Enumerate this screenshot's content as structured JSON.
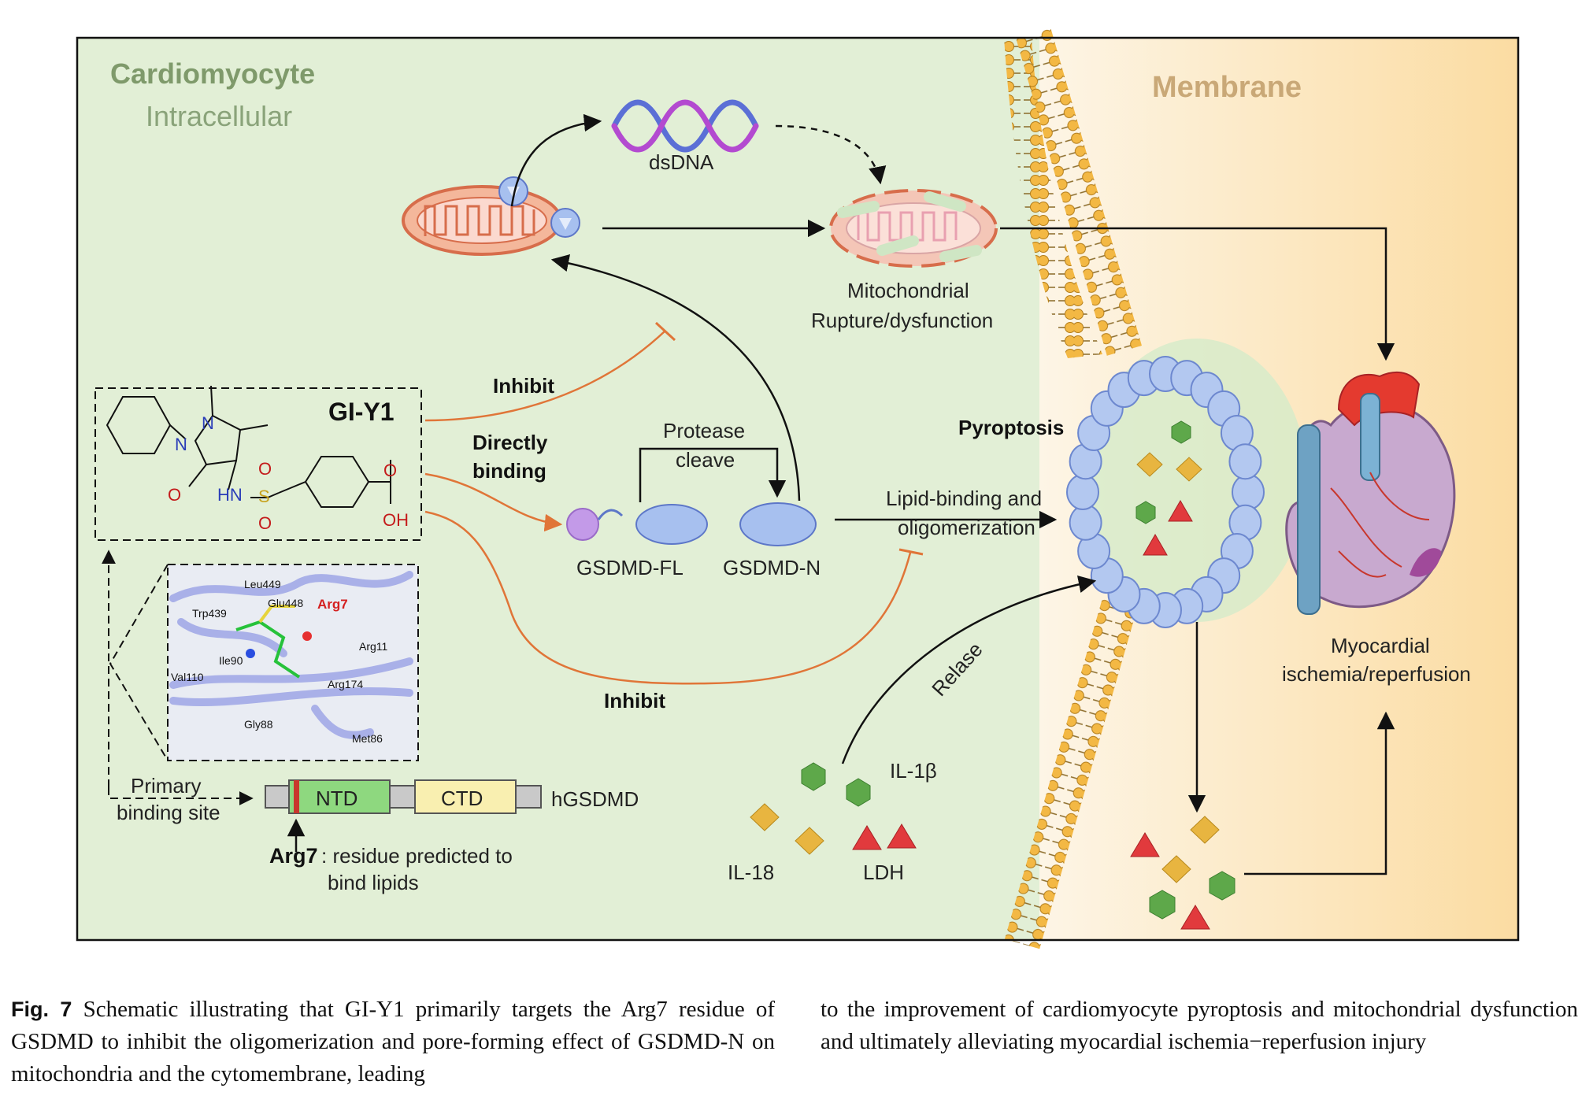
{
  "figure": {
    "region_cell": {
      "title": "Cardiomyocyte",
      "subtitle": "Intracellular"
    },
    "region_membrane": {
      "title": "Membrane"
    },
    "labels": {
      "dsDNA": "dsDNA",
      "mito_damage_1": "Mitochondrial",
      "mito_damage_2": "Rupture/dysfunction",
      "inhibit_top": "Inhibit",
      "directly_binding_1": "Directly",
      "directly_binding_2": "binding",
      "protease_1": "Protease",
      "protease_2": "cleave",
      "gsdmd_fl": "GSDMD-FL",
      "gsdmd_n": "GSDMD-N",
      "lipid_binding_1": "Lipid-binding and",
      "lipid_binding_2": "oligomerization",
      "pyroptosis": "Pyroptosis",
      "inhibit_bottom": "Inhibit",
      "release": "Relase",
      "il1b": "IL-1β",
      "il18": "IL-18",
      "ldh": "LDH",
      "myo_1": "Myocardial",
      "myo_2": "ischemia/reperfusion"
    },
    "compound": {
      "name": "GI-Y1",
      "atoms": {
        "n1": "N",
        "n2": "N",
        "o1": "O",
        "hn": "HN",
        "s": "S",
        "o2": "O",
        "o3": "O",
        "o4": "O",
        "oh": "OH"
      }
    },
    "residues": [
      "Leu449",
      "Glu448",
      "Arg7",
      "Trp439",
      "Arg11",
      "Ile90",
      "Val110",
      "Arg174",
      "Gly88",
      "Met86"
    ],
    "domain_bar": {
      "primary_1": "Primary",
      "primary_2": "binding site",
      "ntd": "NTD",
      "ctd": "CTD",
      "protein": "hGSDMD",
      "arg7": "Arg7",
      "arg7_desc_1": ": residue predicted to",
      "arg7_desc_2": "bind lipids"
    },
    "colors": {
      "cell_bg": "#e2efd6",
      "membrane_bg": "#fbe8c4",
      "inhibit_orange": "#e07538",
      "residue_red": "#d42020",
      "ntd_green": "#8ed87f",
      "ctd_yellow": "#f9efb0",
      "hexagon_green": "#5ea84a",
      "diamond_gold": "#e8b540",
      "triangle_red": "#e13a3d",
      "pore_blue": "#b3c8f0"
    }
  },
  "caption": {
    "label": "Fig. 7",
    "text_col1": "Schematic illustrating that GI-Y1 primarily targets the Arg7 residue of GSDMD to inhibit the oligomerization and pore-forming effect of GSDMD-N on mitochondria and the cytomembrane, leading",
    "text_col2": "to the improvement of cardiomyocyte pyroptosis and mitochondrial dysfunction and ultimately alleviating myocardial ischemia−reperfusion injury"
  }
}
